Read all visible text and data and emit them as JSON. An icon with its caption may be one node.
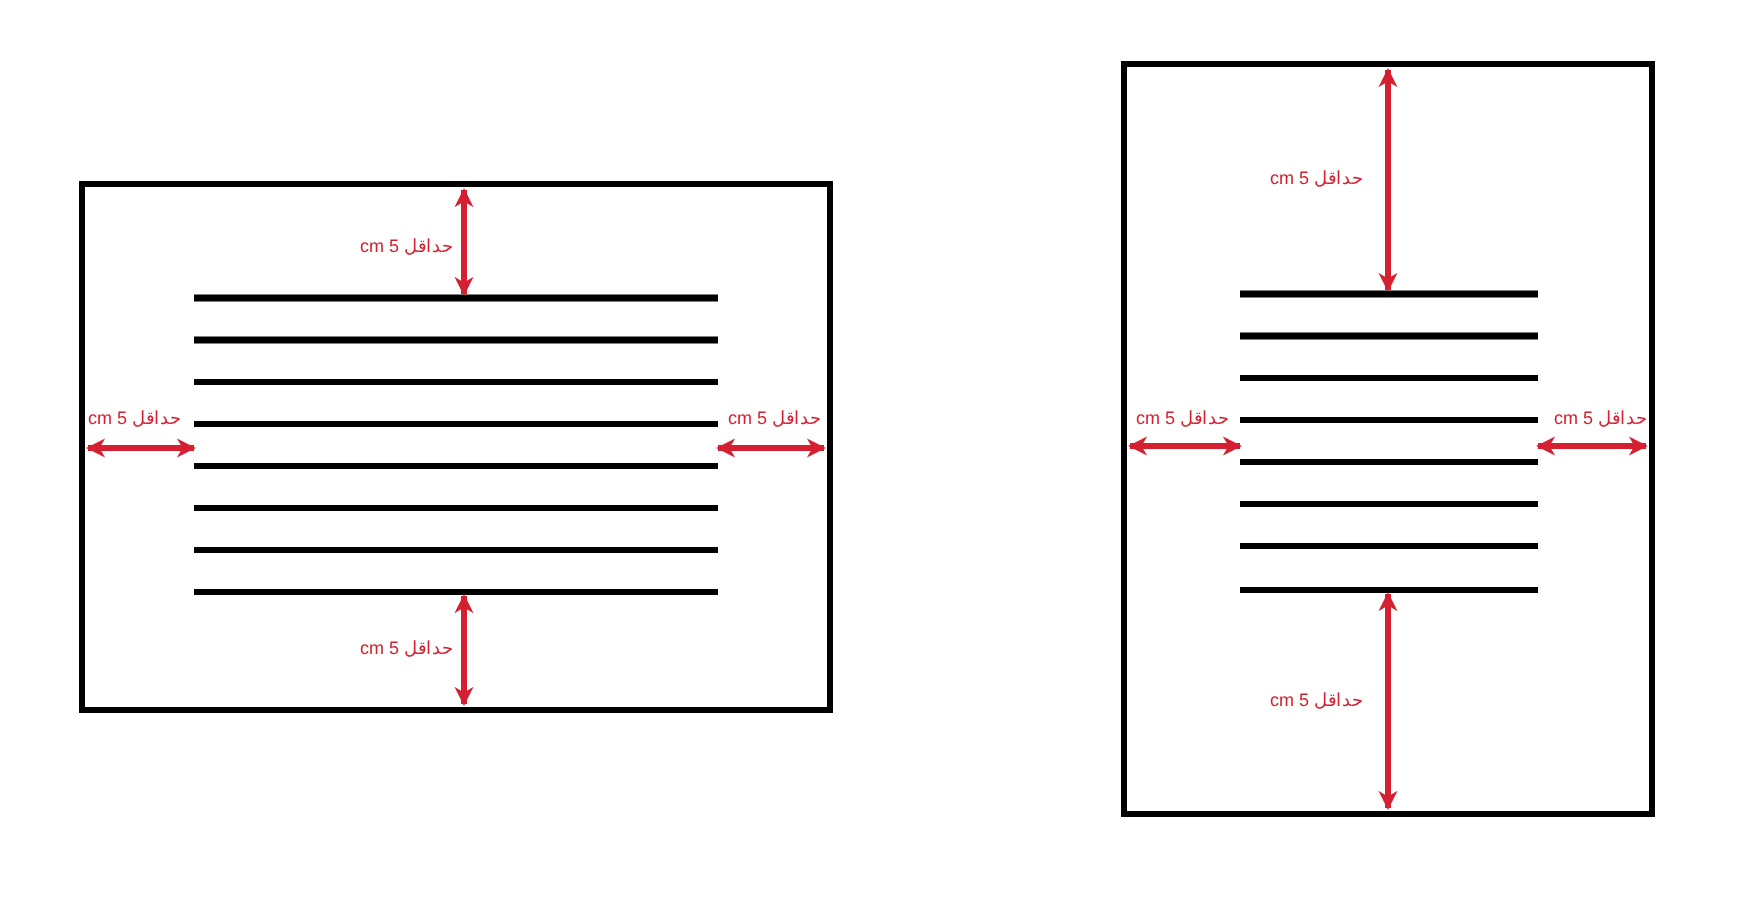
{
  "diagram": {
    "labels": [
      "حداقل 5 cm",
      "حداقل 5 cm",
      "حداقل 5 cm",
      "حداقل 5 cm",
      "حداقل 5 cm",
      "حداقل 5 cm",
      "حداقل 5 cm",
      "حداقل 5 cm"
    ]
  }
}
